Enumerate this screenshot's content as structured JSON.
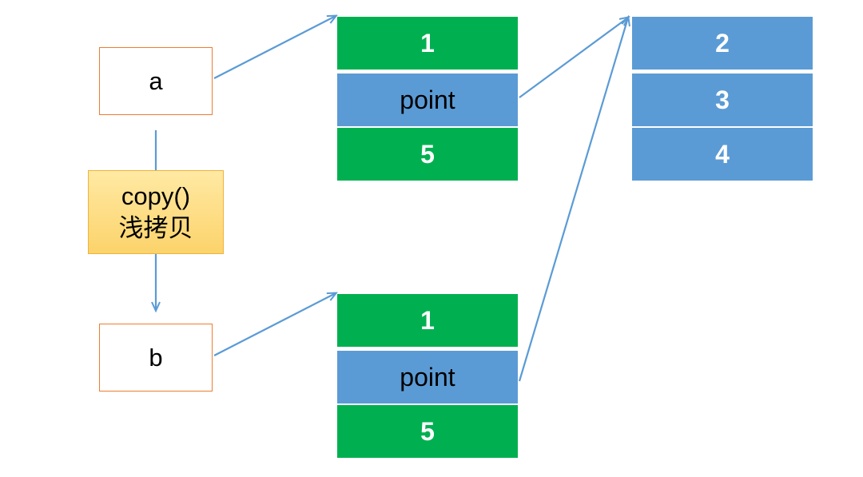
{
  "variables": {
    "a": "a",
    "b": "b"
  },
  "operation": {
    "line1": "copy()",
    "line2": "浅拷贝"
  },
  "list_a": {
    "cell_0": "1",
    "cell_1": "point",
    "cell_2": "5"
  },
  "list_b": {
    "cell_0": "1",
    "cell_1": "point",
    "cell_2": "5"
  },
  "nested_list": {
    "cell_0": "2",
    "cell_1": "3",
    "cell_2": "4"
  },
  "colors": {
    "arrow": "#5b9bd5",
    "value_cell": "#00b050",
    "pointer_cell": "#5b9bd5",
    "variable_border": "#ed7d31",
    "operation_fill": "#fcd36b"
  }
}
